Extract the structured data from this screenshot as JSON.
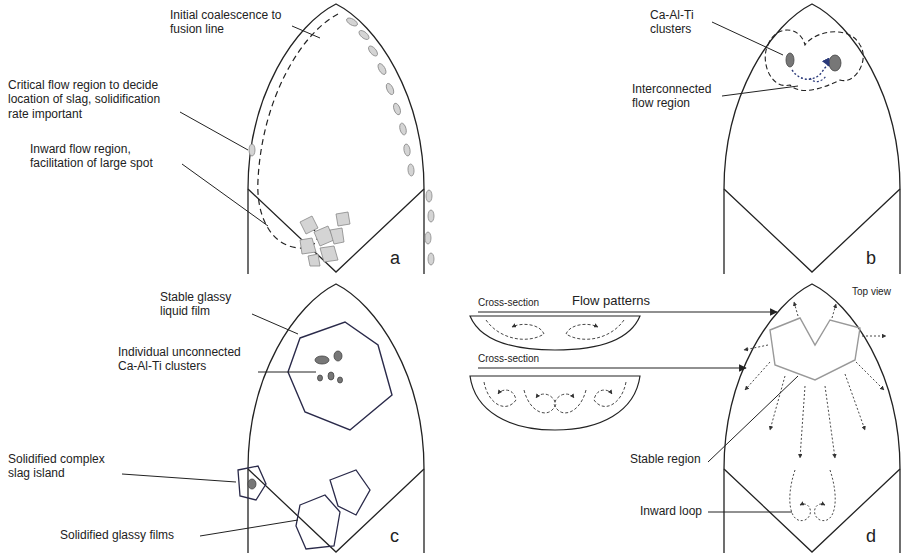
{
  "diagram": {
    "labels": [
      "Initial coalescence to fusion line",
      "Critical flow region to decide location of slag, solidification rate important",
      "Inward flow region, facilitation of large spot",
      "a",
      "Ca-Al-Ti clusters",
      "Interconnected flow region",
      "b",
      "Stable glassy liquid film",
      "Individual unconnected Ca-Al-Ti clusters",
      "Solidified complex slag island",
      "Solidified glassy films",
      "c",
      "Cross-section",
      "Flow patterns",
      "Top view",
      "Cross-section",
      "Stable region",
      "Inward loop",
      "d"
    ]
  }
}
